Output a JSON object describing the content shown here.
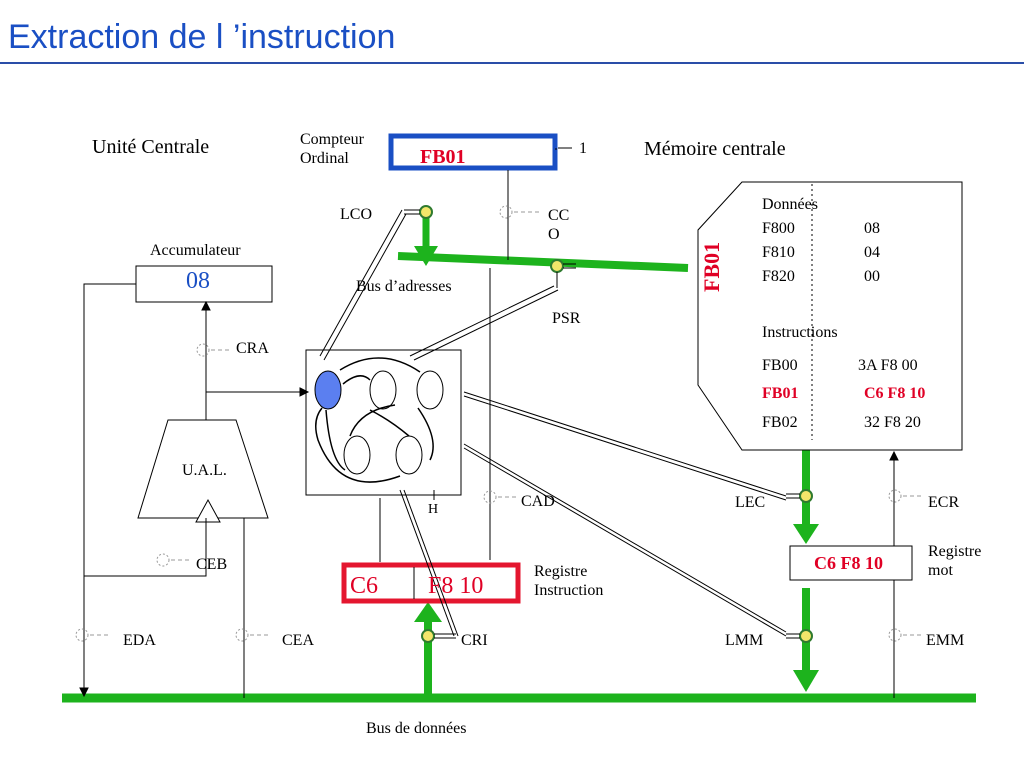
{
  "title": "Extraction de l ’instruction",
  "labels": {
    "unite_centrale": "Unité Centrale",
    "compteur_ordinal": "Compteur Ordinal",
    "memoire_centrale": "Mémoire centrale",
    "pc_value": "FB01",
    "plus_one": "1",
    "lco": "LCO",
    "cco": "CC O",
    "accumulateur": "Accumulateur",
    "acc_value": "08",
    "bus_adresses": "Bus d’adresses",
    "psr": "PSR",
    "cra": "CRA",
    "ual": "U.A.L.",
    "cad": "CAD",
    "h": "H",
    "lec": "LEC",
    "ecr": "ECR",
    "registre_mot": "Registre mot",
    "rm_value": "C6 F8 10",
    "ceb": "CEB",
    "ri_opcode": "C6",
    "ri_operand": "F8 10",
    "registre_instruction": "Registre Instruction",
    "eda": "EDA",
    "cea": "CEA",
    "cri": "CRI",
    "lmm": "LMM",
    "emm": "EMM",
    "bus_donnees": "Bus de données",
    "mem_address_vertical": "FB01"
  },
  "memory": {
    "donnees_label": "Données",
    "donnees": [
      {
        "addr": "F800",
        "val": "08"
      },
      {
        "addr": "F810",
        "val": "04"
      },
      {
        "addr": "F820",
        "val": "00"
      }
    ],
    "instructions_label": "Instructions",
    "instructions": [
      {
        "addr": "FB00",
        "val": "3A F8 00",
        "highlight": false
      },
      {
        "addr": "FB01",
        "val": "C6 F8 10",
        "highlight": true
      },
      {
        "addr": "FB02",
        "val": "32 F8 20",
        "highlight": false
      }
    ]
  },
  "colors": {
    "bus": "#1db31d",
    "title": "#1a4fc4",
    "highlight": "#e00025",
    "register_border_blue": "#1a4fc4",
    "register_border_red": "#e4162f"
  }
}
